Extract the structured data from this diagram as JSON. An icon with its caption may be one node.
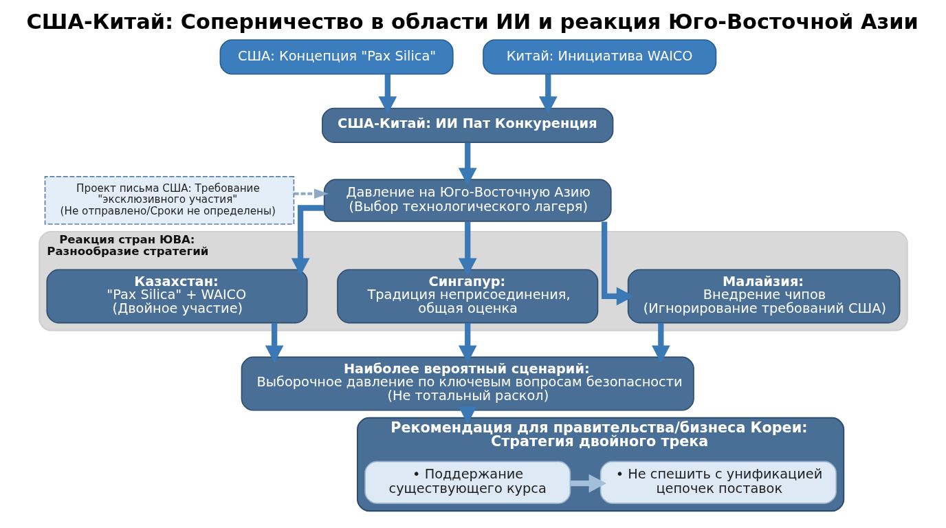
{
  "diagram": {
    "title": "США-Китай: Соперничество в области ИИ и реакция Юго-Восточной Азии",
    "nodes": [
      {
        "text": [
          "США: Концепция \"Pax Silica\""
        ]
      },
      {
        "text": [
          "Китай: Инициатива WAICO"
        ]
      },
      {
        "text": [
          "США-Китай: ИИ Пат Конкуренция"
        ]
      },
      {
        "text": [
          "Проект письма США: Требование \"эксклюзивного участия\" (Не отправлено/Сроки не определены)"
        ]
      },
      {
        "text": [
          "Давление на Юго-Восточную Азию (Выбор технологического лагеря)"
        ]
      },
      {
        "text": [
          "Реакция стран ЮВА: Разнообразие стратегий"
        ]
      },
      {
        "text": [
          "Казахстан:",
          "\"Pax Silica\" + WAICO (Двойное участие)"
        ],
        "in": 5
      },
      {
        "text": [
          "Сингапур:",
          "Традиция неприсоединения, общая оценка"
        ],
        "in": 5
      },
      {
        "text": [
          "Малайзия:",
          "Внедрение чипов (Игнорирование требований США)"
        ],
        "in": 5
      },
      {
        "text": [
          "Наиболее вероятный сценарий:",
          "Выборочное давление по ключевым вопросам безопасности (Не тотальный раскол)"
        ]
      },
      {
        "text": [
          "Рекомендация для правительства/бизнеса Кореи: Стратегия двойного трека"
        ]
      },
      {
        "text": [
          "• Поддержание существующего курса"
        ],
        "in": 10
      },
      {
        "text": [
          "• Не спешить с унификацией цепочек поставок"
        ],
        "in": 10
      }
    ],
    "edges": [
      {
        "from": 0,
        "to": 2,
        "arrow": "to"
      },
      {
        "from": 1,
        "to": 2,
        "arrow": "to"
      },
      {
        "from": 2,
        "to": 4,
        "arrow": "to"
      },
      {
        "from": 3,
        "to": 4,
        "arrow": "to",
        "style": "dashed",
        "color": "#8ea9c4"
      },
      {
        "from": 4,
        "to": 6,
        "arrow": "to"
      },
      {
        "from": 4,
        "to": 7,
        "arrow": "to"
      },
      {
        "from": 4,
        "to": 8,
        "arrow": "to"
      },
      {
        "from": 6,
        "to": 9,
        "arrow": "to"
      },
      {
        "from": 7,
        "to": 9,
        "arrow": "to"
      },
      {
        "from": 8,
        "to": 9,
        "arrow": "to"
      },
      {
        "from": 9,
        "to": 10,
        "arrow": "to"
      },
      {
        "from": 11,
        "to": 12,
        "arrow": "to",
        "color": "#a3bfd9"
      }
    ]
  }
}
